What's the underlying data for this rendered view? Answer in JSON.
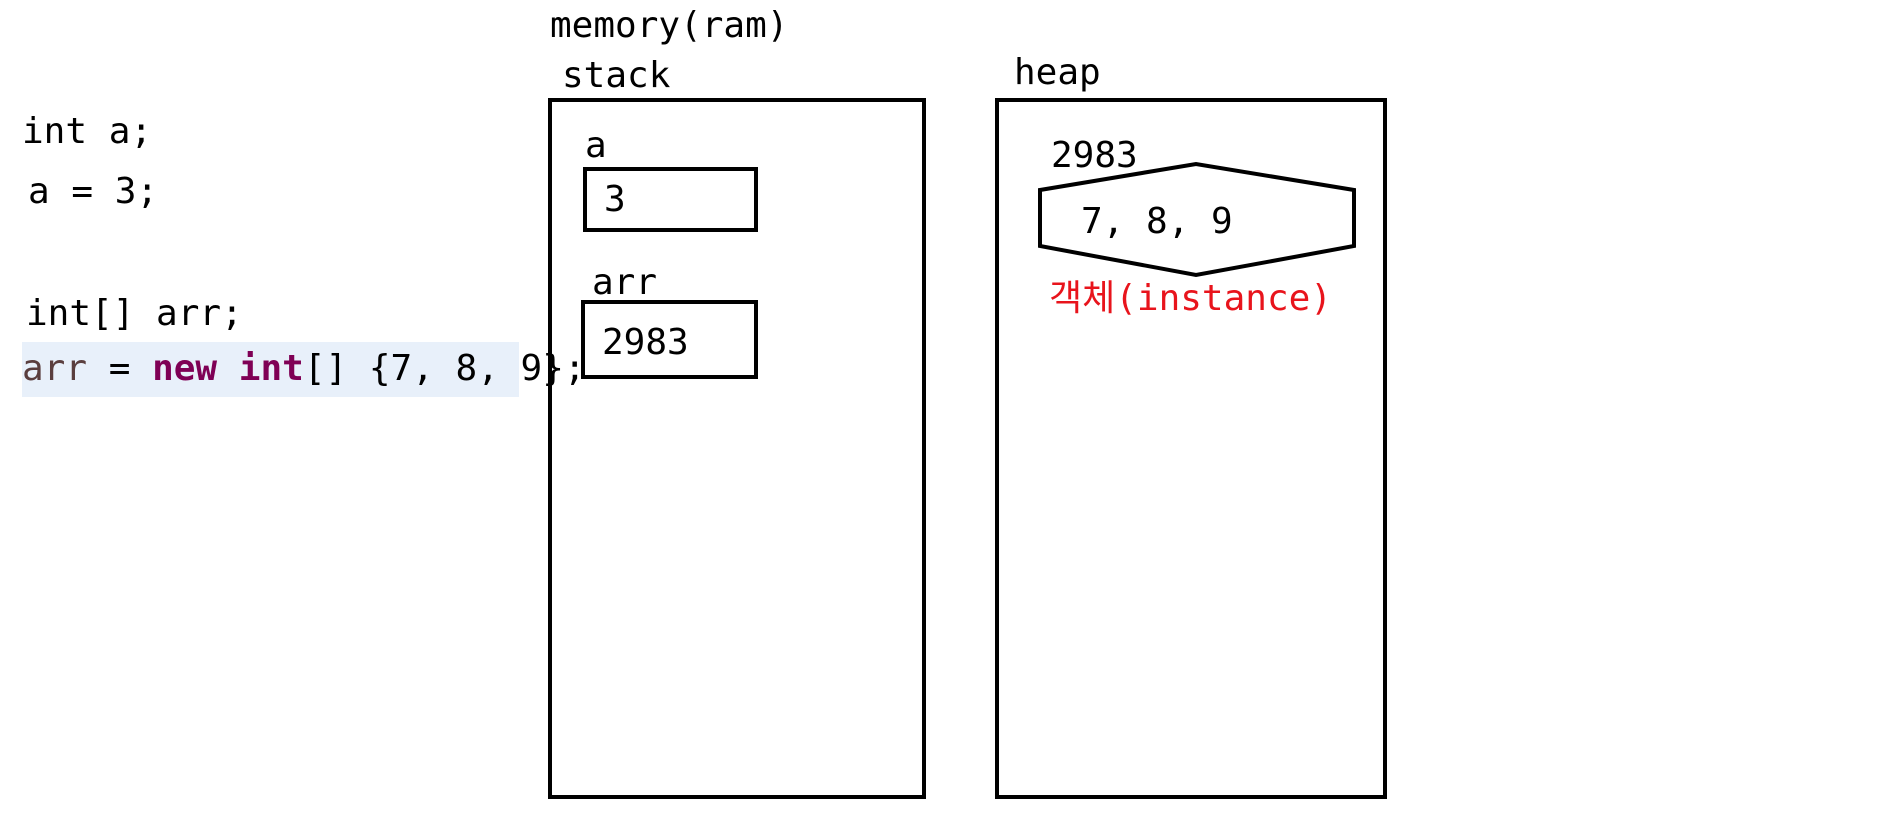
{
  "code": {
    "line1": "int a;",
    "line2": "a = 3;",
    "line3": "int[] arr;",
    "line4": {
      "var": "arr",
      "eq": " = ",
      "kw_new": "new",
      "space": " ",
      "kw_int": "int",
      "rest": "[] {7, 8, 9};"
    }
  },
  "memory": {
    "title": "memory(ram)",
    "stack": {
      "label": "stack",
      "vars": [
        {
          "name": "a",
          "value": "3"
        },
        {
          "name": "arr",
          "value": "2983"
        }
      ]
    },
    "heap": {
      "label": "heap",
      "object": {
        "address": "2983",
        "contents": "7, 8, 9",
        "caption": "객체(instance)"
      }
    }
  },
  "colors": {
    "keyword": "#7f0055",
    "variable": "#5a3e3e",
    "highlight": "#e8f0fa",
    "instance_caption": "#e8141c"
  }
}
